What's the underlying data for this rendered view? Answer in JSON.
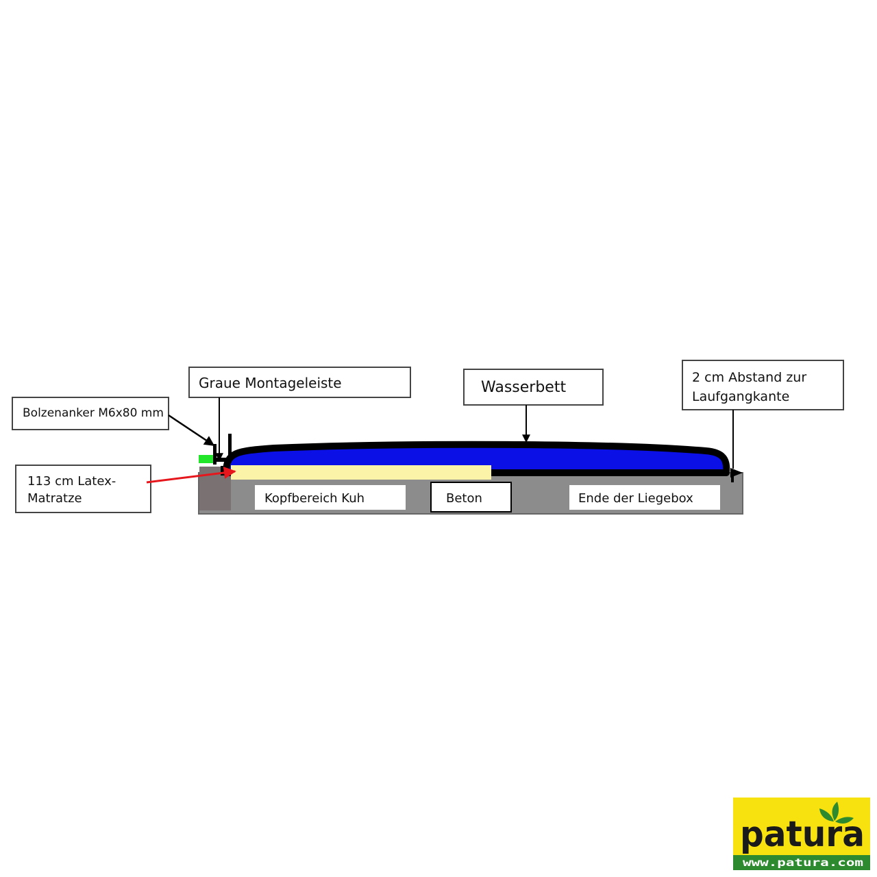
{
  "labels": {
    "bolzenanker": "Bolzenanker M6x80 mm",
    "montageleiste": "Graue Montageleiste",
    "wasserbett": "Wasserbett",
    "abstand_line1": "2 cm Abstand zur",
    "abstand_line2": "Laufgangkante",
    "matratze_line1": "113 cm Latex-",
    "matratze_line2": "Matratze",
    "kopfbereich": "Kopfbereich Kuh",
    "beton": "Beton",
    "ende": "Ende der Liegebox"
  },
  "logo": {
    "word": "patura",
    "url": "www.patura.com"
  },
  "colors": {
    "concrete": "#8c8c8c",
    "anchor_block": "#7a7272",
    "waterbed_fill": "#0a10e6",
    "waterbed_outline": "#000000",
    "latex_mattress": "#fbf4a8",
    "green_strip": "#22e62a",
    "pointer_red": "#e6161d",
    "logo_yellow": "#f7e10e",
    "logo_green": "#2e8a2f"
  }
}
